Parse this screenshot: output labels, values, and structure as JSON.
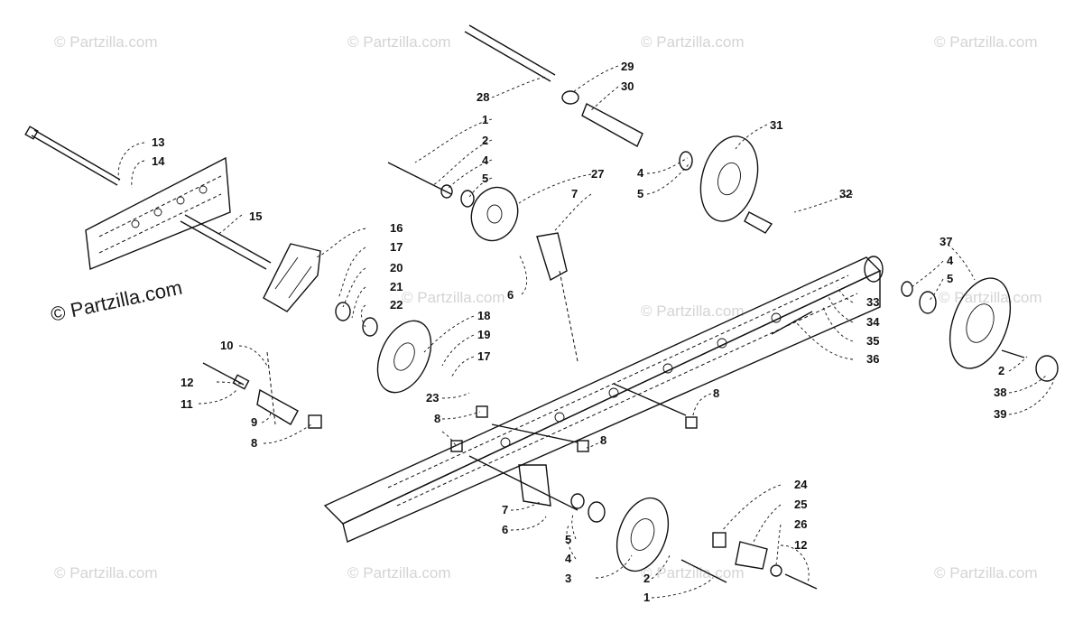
{
  "watermark": {
    "text": "© Partzilla.com",
    "main_text": "© Partzilla.com"
  },
  "callouts": [
    "1",
    "2",
    "3",
    "4",
    "5",
    "6",
    "7",
    "8",
    "9",
    "10",
    "11",
    "12",
    "13",
    "14",
    "15",
    "16",
    "17",
    "18",
    "19",
    "20",
    "21",
    "22",
    "23",
    "24",
    "25",
    "26",
    "27",
    "28",
    "29",
    "30",
    "31",
    "32",
    "33",
    "34",
    "35",
    "36",
    "37",
    "38",
    "39"
  ]
}
